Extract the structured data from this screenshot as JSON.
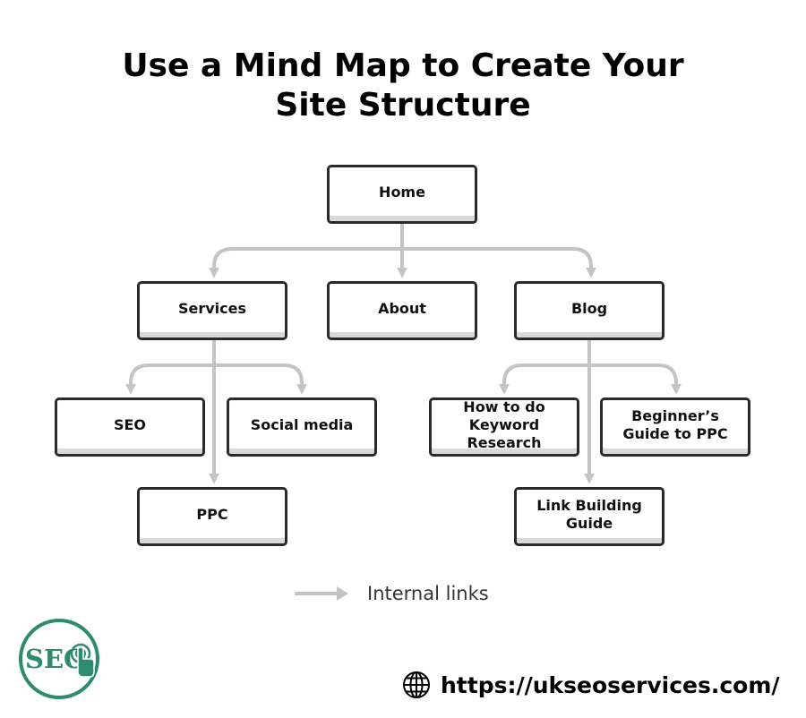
{
  "title": {
    "line1": "Use a Mind Map to Create Your",
    "line2": "Site Structure"
  },
  "nodes": {
    "home": "Home",
    "services": "Services",
    "about": "About",
    "blog": "Blog",
    "seo": "SEO",
    "social_media": "Social media",
    "ppc": "PPC",
    "keyword_research": "How to do Keyword Research",
    "beginners_guide": "Beginner’s Guide to PPC",
    "link_building": "Link Building Guide"
  },
  "legend": {
    "label": "Internal links",
    "icon": "arrow-right-icon"
  },
  "logo": {
    "text": "SEO",
    "icon": "pointer-hand-icon"
  },
  "website": {
    "url": "https://ukseoservices.com/",
    "icon": "globe-icon"
  },
  "colors": {
    "connector": "#c4c4c4",
    "node_border": "#2a2a2a",
    "logo_green": "#2e8b70",
    "text": "#000000"
  }
}
